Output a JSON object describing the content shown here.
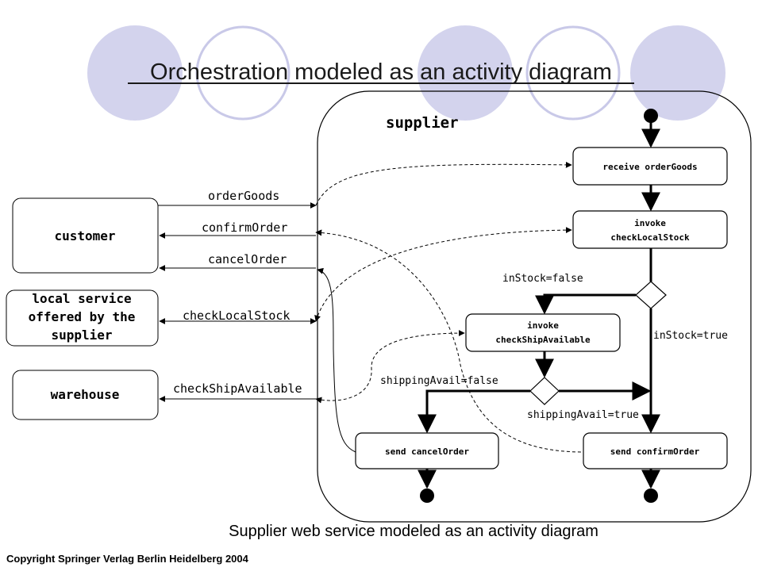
{
  "title": "Orchestration modeled as an activity diagram",
  "caption": "Supplier web service modeled as an activity diagram",
  "copyright": "Copyright Springer Verlag Berlin Heidelberg 2004",
  "colors": {
    "circle_fill": "#d3d3ed",
    "circle_outline": "#c9c9e8",
    "line": "#000000",
    "title": "#1a1a1a"
  },
  "swimlane": {
    "label": "supplier"
  },
  "parties": {
    "customer": "customer",
    "local_service": [
      "local service",
      "offered by the",
      "supplier"
    ],
    "warehouse": "warehouse"
  },
  "messages": {
    "orderGoods": "orderGoods",
    "confirmOrder": "confirmOrder",
    "cancelOrder": "cancelOrder",
    "checkLocalStock": "checkLocalStock",
    "checkShipAvailable": "checkShipAvailable"
  },
  "activities": {
    "receive": "receive orderGoods",
    "invoke_stock": [
      "invoke",
      "checkLocalStock"
    ],
    "invoke_ship": [
      "invoke",
      "checkShipAvailable"
    ],
    "send_cancel": "send cancelOrder",
    "send_confirm": "send confirmOrder"
  },
  "guards": {
    "instock_false": "inStock=false",
    "instock_true": "inStock=true",
    "ship_false": "shippingAvail=false",
    "ship_true": "shippingAvail=true"
  }
}
